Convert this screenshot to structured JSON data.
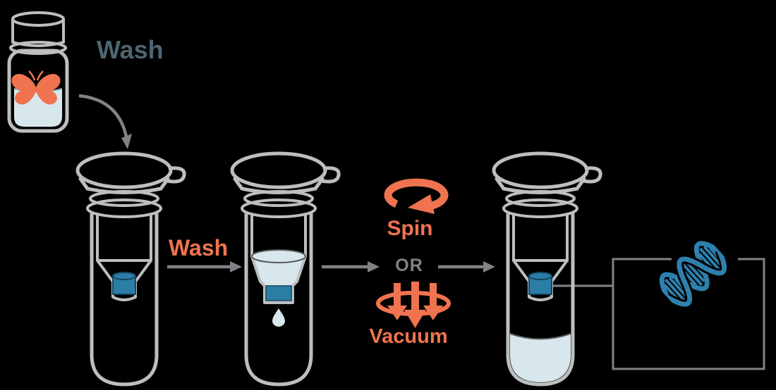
{
  "diagram_title": "Spin column wash step: add wash buffer, spin or vacuum, bound DNA remains on membrane",
  "bottle": {
    "label": "Wash",
    "logo_icon": "butterfly-icon",
    "contents": "light-blue wash buffer"
  },
  "flow": {
    "wash_step_label": "Wash",
    "or_label": "OR",
    "spin_label": "Spin",
    "vacuum_label": "Vacuum"
  },
  "tubes": [
    {
      "name": "spin column with membrane, closed lid"
    },
    {
      "name": "spin column with wash buffer in funnel, drop passing through"
    },
    {
      "name": "spin column after wash, flow-through collected at bottom, callout to DNA"
    }
  ],
  "result_box": {
    "icon": "dna-helix-icon",
    "meaning": "DNA bound to membrane"
  },
  "icons": {
    "butterfly": "butterfly-icon",
    "spin": "circular-rotation-arrow-icon",
    "vacuum": "three-down-arrows-through-ring-icon",
    "dna": "dna-helix-icon"
  },
  "colors": {
    "background": "#000000",
    "accent_orange": "#F0734F",
    "slate_text": "#4E6572",
    "tube_outline_gray": "#BCBEC0",
    "arrow_gray": "#808285",
    "membrane_blue": "#2B7EA6",
    "liquid_light_blue": "#D8E7EC",
    "dna_blue": "#2E80AE"
  }
}
